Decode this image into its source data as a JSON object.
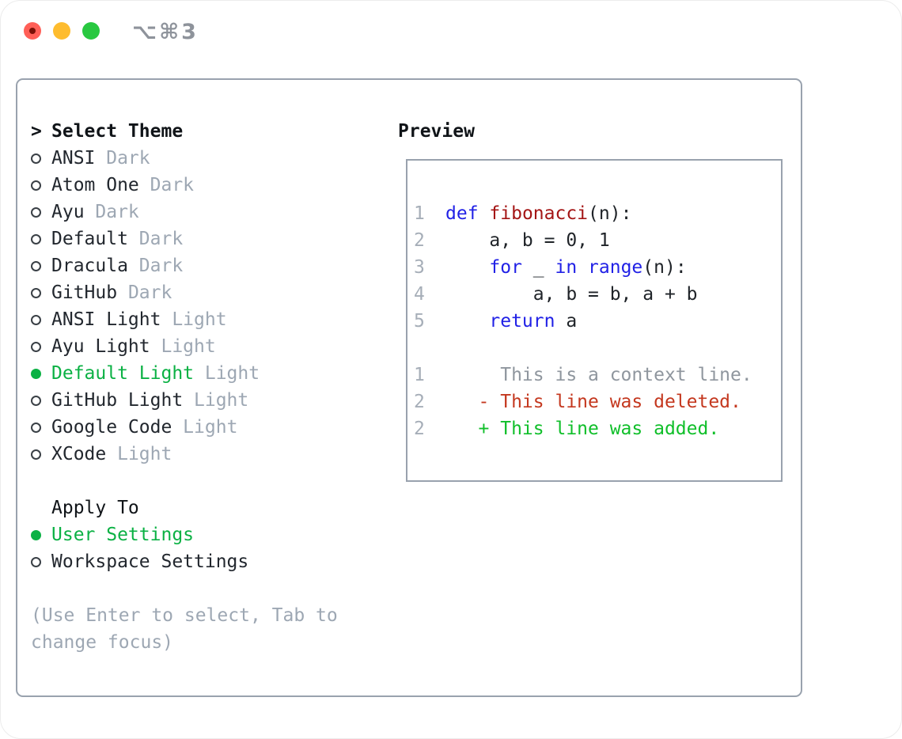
{
  "titlebar": {
    "title": "⌥⌘3"
  },
  "colors": {
    "accent_green": "#0bb144",
    "keyword_blue": "#2121e6",
    "function_red": "#a41515",
    "diff_delete_red": "#c4381f",
    "diff_add_green": "#10bf2a",
    "muted_gray": "#9da7b3",
    "text_dark": "#22272e",
    "border_gray": "#99a2ae",
    "traffic_red": "#ff5f57",
    "traffic_yellow": "#febc2e",
    "traffic_green": "#28c840"
  },
  "theme_picker": {
    "prompt": ">",
    "header": "Select Theme",
    "items": [
      {
        "name": "ANSI",
        "tag": "Dark",
        "selected": false
      },
      {
        "name": "Atom One",
        "tag": "Dark",
        "selected": false
      },
      {
        "name": "Ayu",
        "tag": "Dark",
        "selected": false
      },
      {
        "name": "Default",
        "tag": "Dark",
        "selected": false
      },
      {
        "name": "Dracula",
        "tag": "Dark",
        "selected": false
      },
      {
        "name": "GitHub",
        "tag": "Dark",
        "selected": false
      },
      {
        "name": "ANSI Light",
        "tag": "Light",
        "selected": false
      },
      {
        "name": "Ayu Light",
        "tag": "Light",
        "selected": false
      },
      {
        "name": "Default Light",
        "tag": "Light",
        "selected": true
      },
      {
        "name": "GitHub Light",
        "tag": "Light",
        "selected": false
      },
      {
        "name": "Google Code",
        "tag": "Light",
        "selected": false
      },
      {
        "name": "XCode",
        "tag": "Light",
        "selected": false
      }
    ]
  },
  "apply_to": {
    "header": "Apply To",
    "options": [
      {
        "name": "User Settings",
        "selected": true
      },
      {
        "name": "Workspace Settings",
        "selected": false
      }
    ]
  },
  "hint": {
    "line1": "(Use Enter to select, Tab to",
    "line2": "change focus)"
  },
  "preview": {
    "header": "Preview",
    "lines": [
      {
        "num": "1",
        "segments": [
          [
            "def",
            "kw"
          ],
          [
            " ",
            "plain"
          ],
          [
            "fibonacci",
            "fn"
          ],
          [
            "(n):",
            "plain"
          ]
        ]
      },
      {
        "num": "2",
        "segments": [
          [
            "    a, b = 0, 1",
            "plain"
          ]
        ]
      },
      {
        "num": "3",
        "segments": [
          [
            "    ",
            "plain"
          ],
          [
            "for",
            "kw"
          ],
          [
            " _ ",
            "plain"
          ],
          [
            "in",
            "kw"
          ],
          [
            " ",
            "plain"
          ],
          [
            "range",
            "kw"
          ],
          [
            "(n):",
            "plain"
          ]
        ]
      },
      {
        "num": "4",
        "segments": [
          [
            "        a, b = b, a + b",
            "plain"
          ]
        ]
      },
      {
        "num": "5",
        "segments": [
          [
            "    ",
            "plain"
          ],
          [
            "return",
            "kw"
          ],
          [
            " a",
            "plain"
          ]
        ]
      },
      {
        "num": "",
        "segments": []
      },
      {
        "num": "1",
        "segments": [
          [
            "     This is a context line.",
            "ctx"
          ]
        ]
      },
      {
        "num": "2",
        "segments": [
          [
            "   - This line was deleted.",
            "del"
          ]
        ]
      },
      {
        "num": "2",
        "segments": [
          [
            "   + This line was added.",
            "add"
          ]
        ]
      }
    ]
  }
}
